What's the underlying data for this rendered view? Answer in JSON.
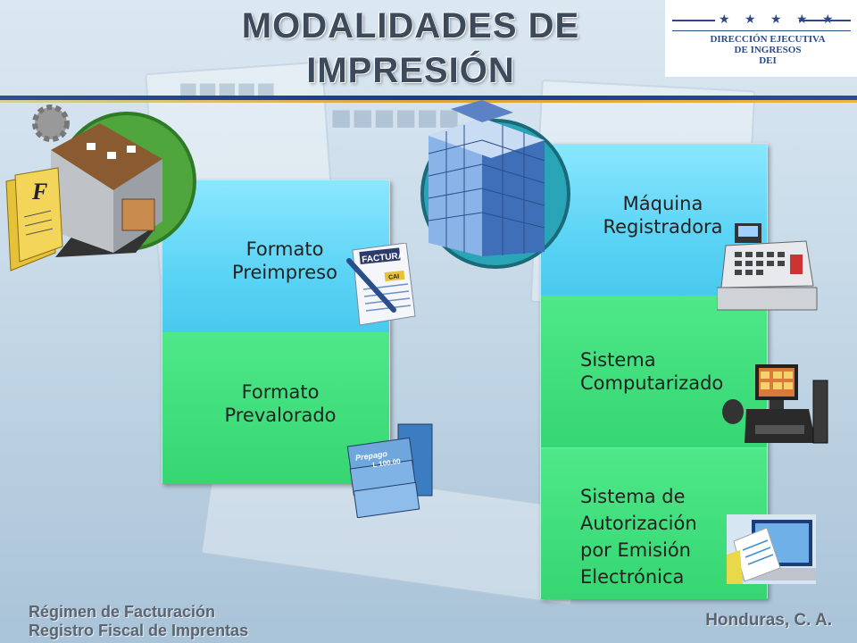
{
  "slide": {
    "title_line1": "MODALIDADES DE",
    "title_line2": "IMPRESIÓN"
  },
  "logo": {
    "stars": "★ ★ ★ ★ ★",
    "line1": "DIRECCIÓN EJECUTIVA",
    "line2": "DE INGRESOS",
    "line3": "DEI"
  },
  "left_panel": {
    "cells": [
      {
        "line1": "Formato",
        "line2": "Preimpreso"
      },
      {
        "line1": "Formato",
        "line2": "Prevalorado"
      }
    ]
  },
  "right_panel": {
    "cells": [
      {
        "line1": "Máquina",
        "line2": "Registradora"
      },
      {
        "line1": "Sistema",
        "line2": "Computarizado"
      },
      {
        "lines": [
          "Sistema de",
          "Autorización",
          "por Emisión",
          "Electrónica"
        ]
      }
    ]
  },
  "icons": {
    "factura_label": "FACTURA",
    "cai_label": "CAI",
    "prepago_label": "Prepago",
    "prepago_amount": "L 100.00"
  },
  "footer": {
    "left_line1": "Régimen de Facturación",
    "left_line2": "Registro Fiscal de Imprentas",
    "right": "Honduras, C. A."
  },
  "colors": {
    "cyan": "#5cd4f5",
    "green": "#3fdd7b",
    "navy": "#1a3a8c",
    "gold": "#d7a531",
    "title": "#3d4a5c"
  }
}
